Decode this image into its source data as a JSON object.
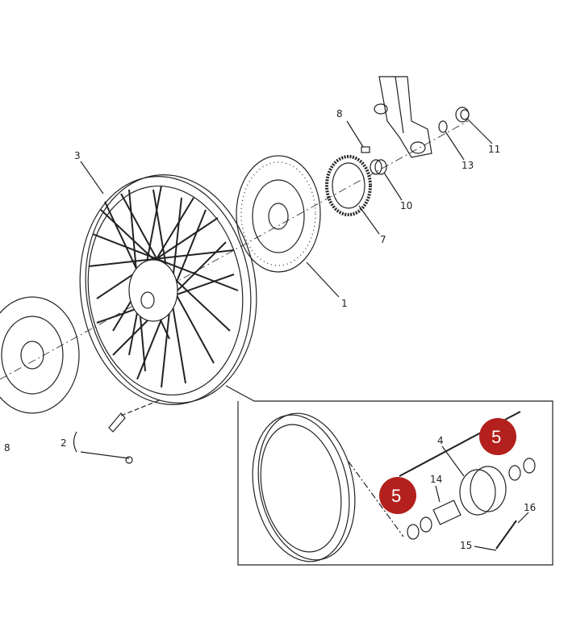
{
  "diagram": {
    "labels": {
      "bolt_top": "8",
      "cap_11": "11",
      "wheel": "3",
      "ring_13": "13",
      "spacer_10": "10",
      "tone_ring": "7",
      "disc_right": "1",
      "valve": "2",
      "bolt_left": "8",
      "hub": "4",
      "bearing_upper": "5",
      "bearing_lower": "5",
      "spacer_14": "14",
      "nipple_16": "16",
      "spoke_15": "15"
    },
    "highlight_color": "#b3201d"
  }
}
